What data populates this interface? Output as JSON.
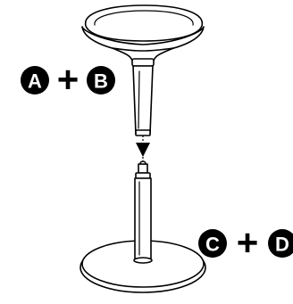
{
  "labels": {
    "top": {
      "left": "A",
      "operator": "+",
      "right": "B"
    },
    "bottom": {
      "left": "C",
      "operator": "+",
      "right": "D"
    }
  },
  "colors": {
    "line": "#000000",
    "fill": "#ffffff",
    "badge": "#000000",
    "badge_text": "#ffffff"
  },
  "icons": {
    "arrow": "down-arrow-icon"
  }
}
